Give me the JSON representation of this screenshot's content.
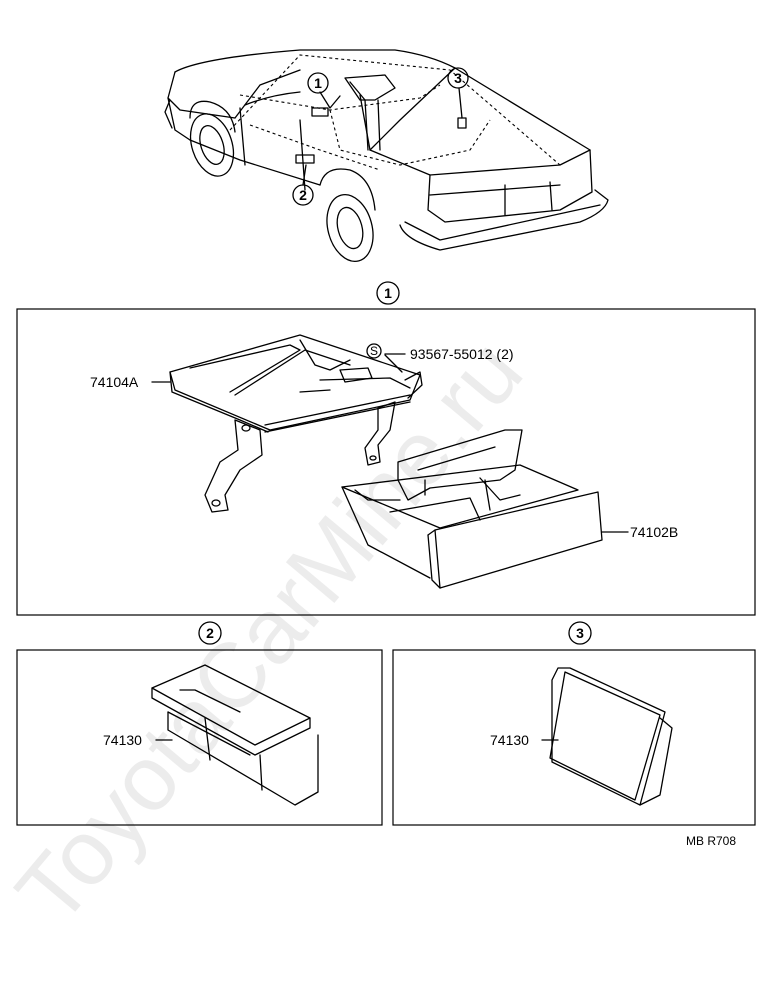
{
  "callouts": {
    "c1": "1",
    "c2": "2",
    "c3": "3"
  },
  "panels": {
    "p1": {
      "index": "1"
    },
    "p2": {
      "index": "2"
    },
    "p3": {
      "index": "3"
    }
  },
  "parts": {
    "bracket": "74104A",
    "screw_symbol": "S",
    "screw": "93567-55012 (2)",
    "box_front": "74102B",
    "box_p2": "74130",
    "box_p3": "74130"
  },
  "footer_code": "MB R708",
  "watermark": "ToyotaCarMine.ru"
}
